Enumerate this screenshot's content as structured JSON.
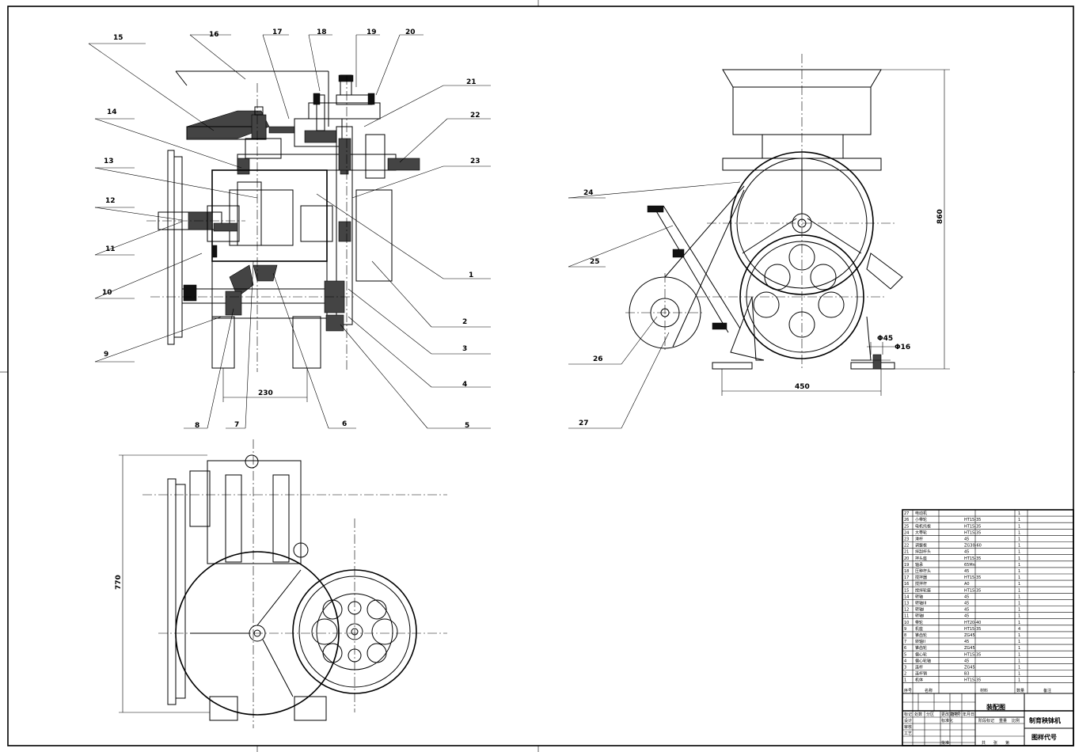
{
  "drawing": {
    "callouts_front": [
      "1",
      "2",
      "3",
      "4",
      "5",
      "6",
      "7",
      "8",
      "9",
      "10",
      "11",
      "12",
      "13",
      "14",
      "15",
      "16",
      "17",
      "18",
      "19",
      "20",
      "21",
      "22",
      "23"
    ],
    "callouts_side": [
      "24",
      "25",
      "26",
      "27"
    ],
    "dimensions": {
      "front_width": "230",
      "side_height": "860",
      "side_width": "450",
      "dia_45": "Φ45",
      "dia_16": "Φ16",
      "top_view_height": "770"
    }
  },
  "title_block": {
    "header": {
      "no": "序号",
      "name": "名称",
      "material": "材料",
      "qty": "数量",
      "note": "备注"
    },
    "parts": [
      {
        "no": "27",
        "name": "电动机",
        "mat": "",
        "qty": "1"
      },
      {
        "no": "26",
        "name": "小带轮",
        "mat": "HT15-35",
        "qty": "1"
      },
      {
        "no": "25",
        "name": "电机托板",
        "mat": "HT15-35",
        "qty": "1"
      },
      {
        "no": "24",
        "name": "大带轮",
        "mat": "HT15-35",
        "qty": "1"
      },
      {
        "no": "23",
        "name": "滑杆",
        "mat": "45",
        "qty": "1"
      },
      {
        "no": "22",
        "name": "调整板",
        "mat": "ZG30-60",
        "qty": "1"
      },
      {
        "no": "21",
        "name": "拌刮杆头",
        "mat": "45",
        "qty": "1"
      },
      {
        "no": "20",
        "name": "拌头座",
        "mat": "HT15-35",
        "qty": "1"
      },
      {
        "no": "19",
        "name": "轴承",
        "mat": "65Mn",
        "qty": "1"
      },
      {
        "no": "18",
        "name": "压种杆头",
        "mat": "45",
        "qty": "1"
      },
      {
        "no": "17",
        "name": "搅拌器",
        "mat": "HT15-35",
        "qty": "1"
      },
      {
        "no": "16",
        "name": "搅拌杆",
        "mat": "A0",
        "qty": "1"
      },
      {
        "no": "15",
        "name": "搅拌轮座",
        "mat": "HT15-35",
        "qty": "1"
      },
      {
        "no": "14",
        "name": "转轴",
        "mat": "45",
        "qty": "1"
      },
      {
        "no": "13",
        "name": "转轴III",
        "mat": "45",
        "qty": "1"
      },
      {
        "no": "12",
        "name": "转轴I",
        "mat": "45",
        "qty": "1"
      },
      {
        "no": "11",
        "name": "转轴I",
        "mat": "45",
        "qty": "1"
      },
      {
        "no": "10",
        "name": "带轮",
        "mat": "HT20-40",
        "qty": "1"
      },
      {
        "no": "9",
        "name": "机座",
        "mat": "HT15-35",
        "qty": "4"
      },
      {
        "no": "8",
        "name": "锥齿轮",
        "mat": "ZG45",
        "qty": "1"
      },
      {
        "no": "7",
        "name": "转轴II",
        "mat": "45",
        "qty": "1"
      },
      {
        "no": "6",
        "name": "锥齿轮",
        "mat": "ZG45",
        "qty": "1"
      },
      {
        "no": "5",
        "name": "偏心轮",
        "mat": "HT15-35",
        "qty": "1"
      },
      {
        "no": "4",
        "name": "偏心轮轴",
        "mat": "45",
        "qty": "1"
      },
      {
        "no": "3",
        "name": "连杆",
        "mat": "ZG45",
        "qty": "1"
      },
      {
        "no": "2",
        "name": "连杆销",
        "mat": "B3",
        "qty": "1"
      },
      {
        "no": "1",
        "name": "机体",
        "mat": "HT15-35",
        "qty": "1"
      }
    ],
    "drawing_name": "装配图",
    "machine_name": "制育秧钵机",
    "drawing_code": "图样代号",
    "small_labels": [
      "标记",
      "处数",
      "分区",
      "更改文件号",
      "签名",
      "年月日",
      "设计",
      "标准化",
      "阶段标记",
      "重量",
      "比例",
      "审核",
      "工艺",
      "批准",
      "共",
      "张",
      "第"
    ]
  }
}
